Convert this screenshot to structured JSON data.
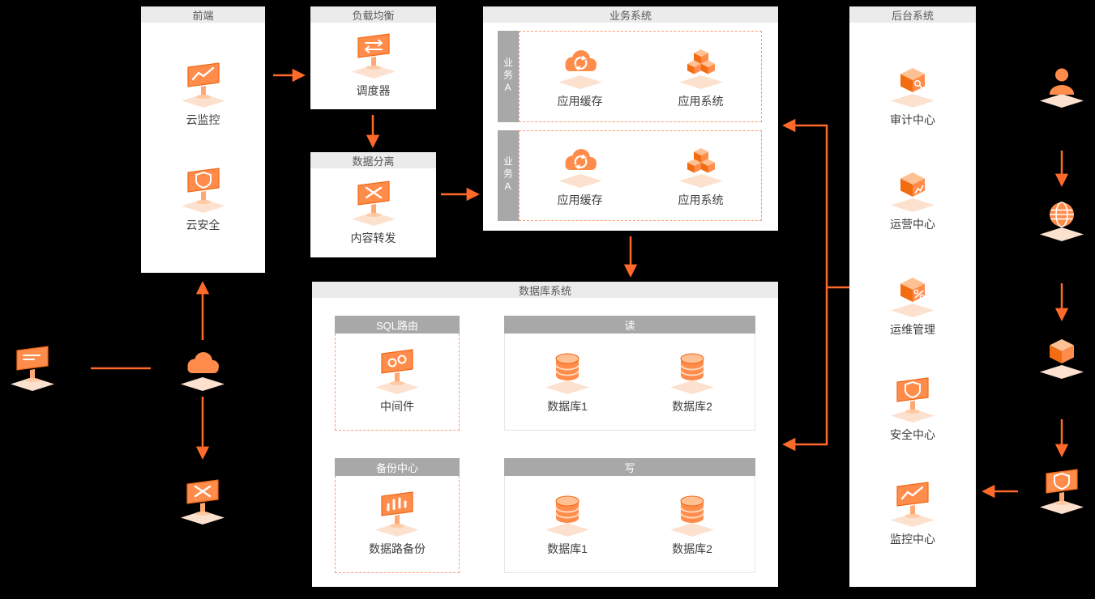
{
  "colors": {
    "background": "#000000",
    "panel_bg": "#ffffff",
    "panel_header_bg": "#ebebeb",
    "panel_header_text": "#595959",
    "subheader_bg": "#a8a8a8",
    "accent": "#ff6a2b",
    "dashed_border": "#ff9b6b"
  },
  "panels": {
    "frontend": {
      "title": "前端",
      "items": [
        {
          "label": "云监控",
          "icon": "cloud-monitor-icon"
        },
        {
          "label": "云安全",
          "icon": "cloud-security-icon"
        }
      ]
    },
    "load_balance": {
      "title": "负载均衡",
      "items": [
        {
          "label": "调度器",
          "icon": "scheduler-icon"
        }
      ]
    },
    "data_separation": {
      "title": "数据分离",
      "items": [
        {
          "label": "内容转发",
          "icon": "content-forward-icon"
        }
      ]
    },
    "business_system": {
      "title": "业务系统",
      "groups": [
        {
          "tab": "业务A",
          "items": [
            {
              "label": "应用缓存",
              "icon": "app-cache-icon"
            },
            {
              "label": "应用系统",
              "icon": "app-system-icon"
            }
          ]
        },
        {
          "tab": "业务A",
          "items": [
            {
              "label": "应用缓存",
              "icon": "app-cache-icon"
            },
            {
              "label": "应用系统",
              "icon": "app-system-icon"
            }
          ]
        }
      ]
    },
    "database_system": {
      "title": "数据库系统",
      "sections": {
        "sql_routing": {
          "title": "SQL路由",
          "items": [
            {
              "label": "中间件",
              "icon": "middleware-icon"
            }
          ]
        },
        "read": {
          "title": "读",
          "items": [
            {
              "label": "数据库1",
              "icon": "database-icon"
            },
            {
              "label": "数据库2",
              "icon": "database-icon"
            }
          ]
        },
        "backup_center": {
          "title": "备份中心",
          "items": [
            {
              "label": "数据路备份",
              "icon": "data-backup-icon"
            }
          ]
        },
        "write": {
          "title": "写",
          "items": [
            {
              "label": "数据库1",
              "icon": "database-icon"
            },
            {
              "label": "数据库2",
              "icon": "database-icon"
            }
          ]
        }
      }
    },
    "backend_system": {
      "title": "后台系统",
      "items": [
        {
          "label": "审计中心",
          "icon": "audit-center-icon"
        },
        {
          "label": "运营中心",
          "icon": "operation-center-icon"
        },
        {
          "label": "运维管理",
          "icon": "ops-management-icon"
        },
        {
          "label": "安全中心",
          "icon": "security-center-icon"
        },
        {
          "label": "监控中心",
          "icon": "monitor-center-icon"
        }
      ]
    }
  },
  "floating_icons": {
    "left": [
      {
        "icon": "terminal-icon"
      },
      {
        "icon": "cloud-icon"
      },
      {
        "icon": "gateway-icon"
      }
    ],
    "right": [
      {
        "icon": "user-icon"
      },
      {
        "icon": "globe-icon"
      },
      {
        "icon": "product-cube-icon"
      },
      {
        "icon": "security-screen-icon"
      }
    ]
  }
}
